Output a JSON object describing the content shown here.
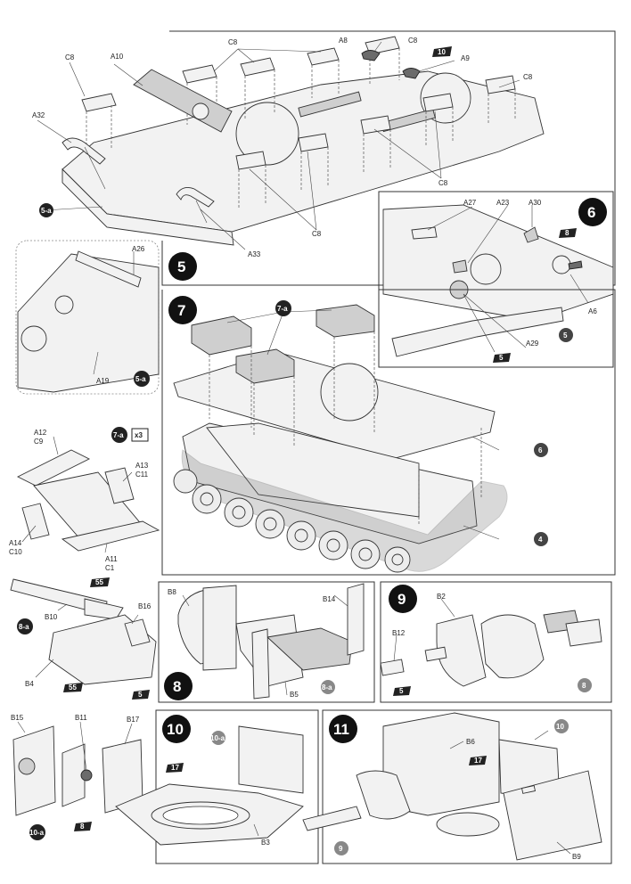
{
  "steps": [
    {
      "number": "5"
    },
    {
      "number": "6"
    },
    {
      "number": "7"
    },
    {
      "number": "8"
    },
    {
      "number": "9"
    },
    {
      "number": "10"
    },
    {
      "number": "11"
    }
  ],
  "subassemblies": {
    "s5a": "5-a",
    "s7a": "7-a",
    "s8a": "8-a",
    "s10a": "10-a",
    "quantity": "x3"
  },
  "references": {
    "r10": "10",
    "r8": "8",
    "r5": "5",
    "r6": "6",
    "r4": "4",
    "r55": "55",
    "r17": "17",
    "r9": "9"
  },
  "parts": {
    "C8": "C8",
    "A8": "A8",
    "A9": "A9",
    "A10": "A10",
    "A32": "A32",
    "A33": "A33",
    "A26": "A26",
    "A19": "A19",
    "A27": "A27",
    "A23": "A23",
    "A30": "A30",
    "A6": "A6",
    "A29": "A29",
    "A12C9": "A12\nC9",
    "A12": "A12",
    "C9": "C9",
    "A13": "A13",
    "C11": "C11",
    "A14": "A14",
    "C10": "C10",
    "A11": "A11",
    "C1": "C1",
    "B10": "B10",
    "B16": "B16",
    "B4": "B4",
    "B8": "B8",
    "B14": "B14",
    "B5": "B5",
    "B2": "B2",
    "B12": "B12",
    "B15": "B15",
    "B11": "B11",
    "B17": "B17",
    "B3": "B3",
    "B6": "B6",
    "B9": "B9"
  }
}
